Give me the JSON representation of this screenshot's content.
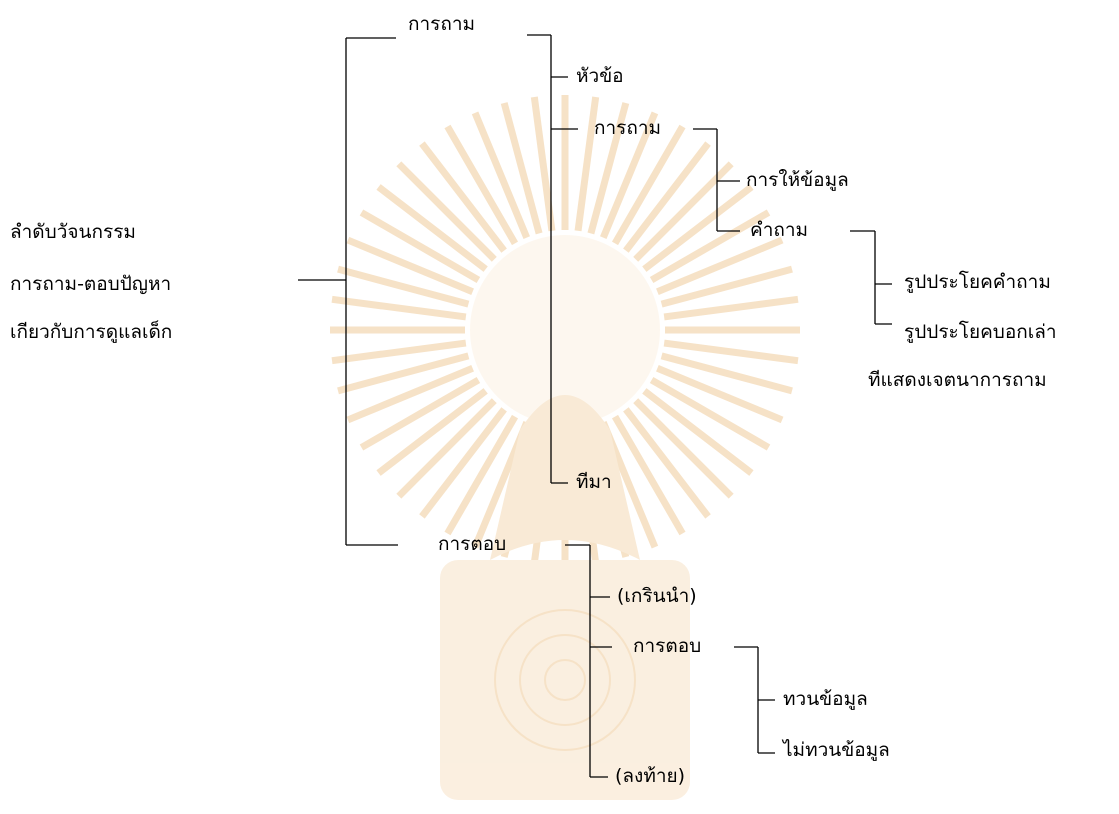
{
  "root": {
    "line1": "ลำดับวัจนกรรม",
    "line2": "การถาม-ตอบปัญหา",
    "line3": "เกียวกับการดูแลเด็ก"
  },
  "question_branch": {
    "label": "การถาม",
    "topic": "หัวข้อ",
    "asking": "การถาม",
    "give_info": "การให้ข้อมูล",
    "question": "คำถาม",
    "question_form": "รูปประโยคคำถาม",
    "statement_form_line1": "รูปประโยคบอกเล่า",
    "statement_form_line2": "ทีแสดงเจตนาการถาม",
    "source": "ทีมา"
  },
  "answer_branch": {
    "label": "การตอบ",
    "preface": "(เกรินนำ)",
    "answering": "การตอบ",
    "recap": "ทวนข้อมูล",
    "no_recap": "ไม่ทวนข้อมูล",
    "closing": "(ลงท้าย)"
  },
  "colors": {
    "lines": "#000000",
    "text": "#000000",
    "watermark": "#f3d9b5"
  }
}
